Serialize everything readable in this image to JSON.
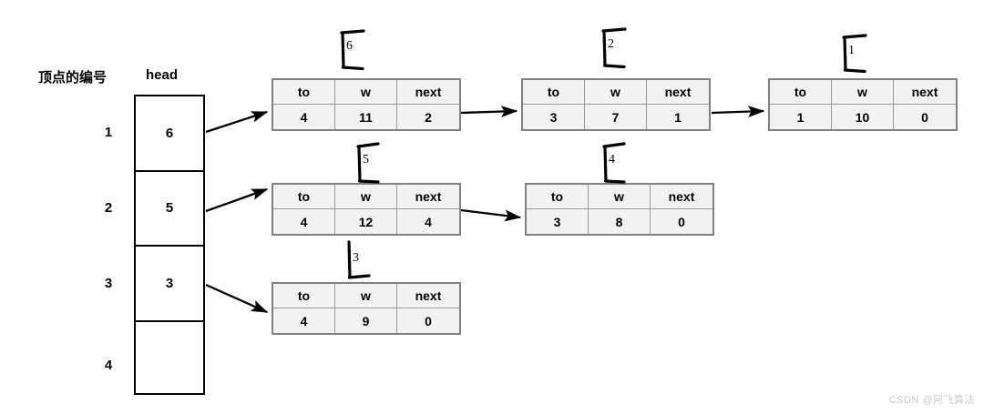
{
  "labels": {
    "vertex_caption": "顶点的编号",
    "head_caption": "head"
  },
  "head_column": {
    "rows": [
      {
        "index": "1",
        "value": "6"
      },
      {
        "index": "2",
        "value": "5"
      },
      {
        "index": "3",
        "value": "3"
      },
      {
        "index": "4",
        "value": ""
      }
    ]
  },
  "node_columns": [
    "to",
    "w",
    "next"
  ],
  "nodes": [
    {
      "id": "6",
      "to": "4",
      "w": "11",
      "next": "2"
    },
    {
      "id": "2",
      "to": "3",
      "w": "7",
      "next": "1"
    },
    {
      "id": "1",
      "to": "1",
      "w": "10",
      "next": "0"
    },
    {
      "id": "5",
      "to": "4",
      "w": "12",
      "next": "4"
    },
    {
      "id": "4",
      "to": "3",
      "w": "8",
      "next": "0"
    },
    {
      "id": "3",
      "to": "4",
      "w": "9",
      "next": "0"
    }
  ],
  "watermark": "CSDN @阿飞算法",
  "colors": {
    "background": "#ffffff",
    "line": "#000000",
    "table_border": "#808080",
    "cell_fill": "#f2f2f2",
    "watermark": "#c9c9c9"
  }
}
